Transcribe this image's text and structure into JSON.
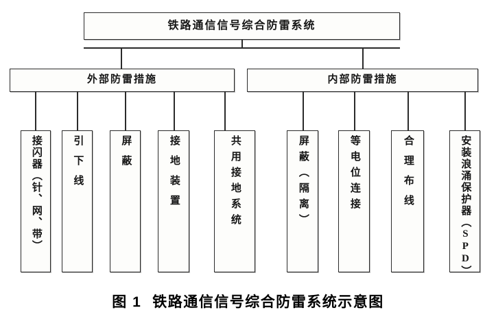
{
  "figure": {
    "caption_number": "图 1",
    "caption_title": "铁路通信信号综合防雷系统示意图"
  },
  "diagram": {
    "type": "tree-hierarchy",
    "root": {
      "label": "铁路通信信号综合防雷系统"
    },
    "branches": [
      {
        "id": "external",
        "label": "外部防雷措施",
        "children": [
          {
            "id": "air-terminal",
            "label": "接闪器（针、网、带）"
          },
          {
            "id": "down-conductor",
            "label": "引下线"
          },
          {
            "id": "shielding-ext",
            "label": "屏蔽"
          },
          {
            "id": "earthing-device",
            "label": "接地装置"
          },
          {
            "id": "common-earthing",
            "label": "共用接地系统"
          }
        ]
      },
      {
        "id": "internal",
        "label": "内部防雷措施",
        "children": [
          {
            "id": "shielding-isolation",
            "label": "屏蔽（隔离）"
          },
          {
            "id": "equipotential-bonding",
            "label": "等电位连接"
          },
          {
            "id": "reasonable-wiring",
            "label": "合理布线"
          },
          {
            "id": "install-spd",
            "label": "安装浪涌保护器（SPD）"
          }
        ]
      }
    ]
  },
  "colors": {
    "line": "#2a2a2a",
    "box_fill": "#fdfdfb",
    "text": "#151515",
    "background": "#ffffff"
  }
}
